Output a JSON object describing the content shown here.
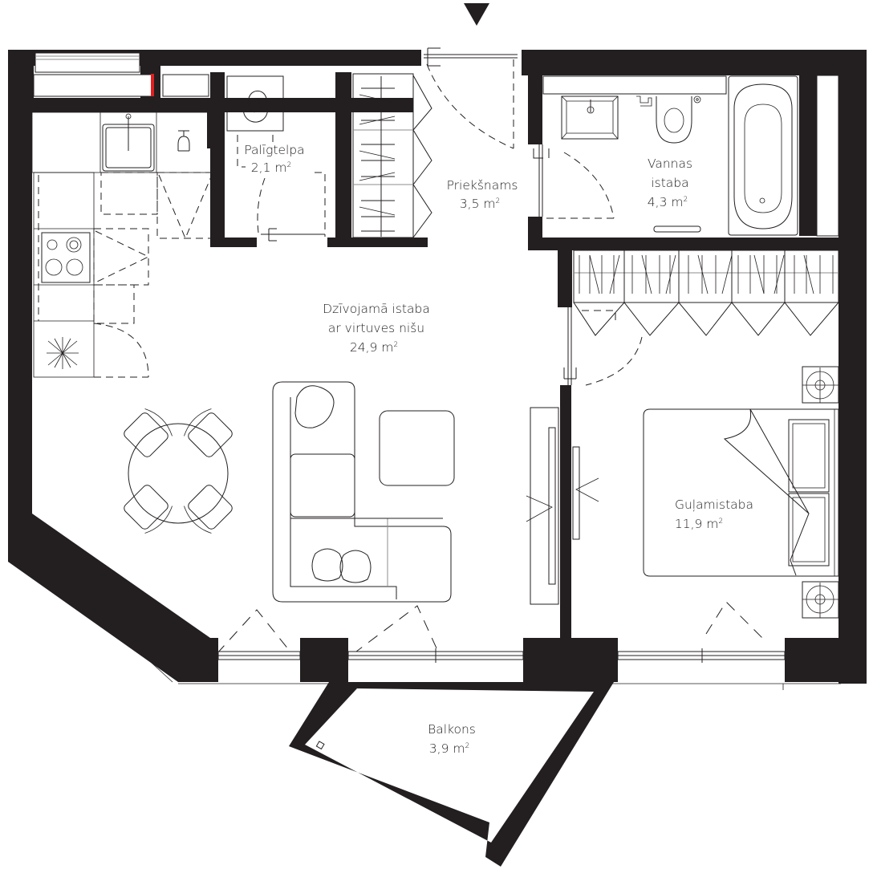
{
  "plan": {
    "entrance_marker": "entrance-arrow",
    "colors": {
      "wall": "#231f20",
      "background": "#ffffff",
      "accent": "#e02020"
    },
    "rooms": [
      {
        "id": "paligtelpa",
        "name": "Palīgtelpa",
        "area": "2,1 m",
        "unit_sup": "2"
      },
      {
        "id": "prieksnams",
        "name": "Priekšnams",
        "area": "3,5 m",
        "unit_sup": "2"
      },
      {
        "id": "vannas",
        "name_line1": "Vannas",
        "name_line2": "istaba",
        "area": "4,3 m",
        "unit_sup": "2"
      },
      {
        "id": "dzivojama",
        "name_line1": "Dzīvojamā istaba",
        "name_line2": "ar virtuves nišu",
        "area": "24,9 m",
        "unit_sup": "2"
      },
      {
        "id": "gulamistaba",
        "name": "Guļamistaba",
        "area": "11,9 m",
        "unit_sup": "2"
      },
      {
        "id": "balkons",
        "name": "Balkons",
        "area": "3,9 m",
        "unit_sup": "2"
      }
    ]
  }
}
